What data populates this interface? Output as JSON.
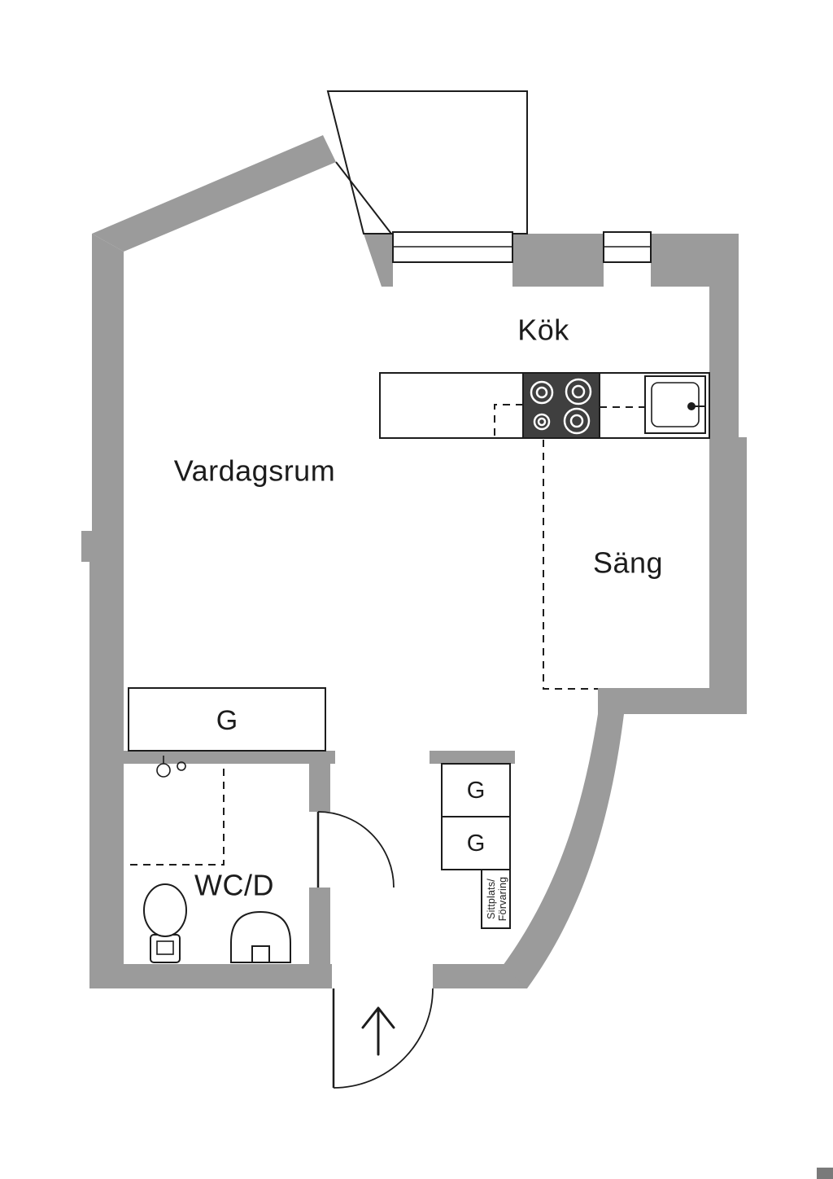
{
  "floorplan": {
    "labels": {
      "kitchen": "Kök",
      "living_room": "Vardagsrum",
      "bed": "Säng",
      "bathroom": "WC/D",
      "wardrobe": "G",
      "hall_closet_top": "G",
      "hall_closet_bottom": "G",
      "storage_line1": "Sittplats/",
      "storage_line2": "Förvaring"
    },
    "colors": {
      "wall": "#9b9b9b",
      "line": "#1c1c1c",
      "stove": "#3f3f3f",
      "background": "#ffffff"
    }
  }
}
